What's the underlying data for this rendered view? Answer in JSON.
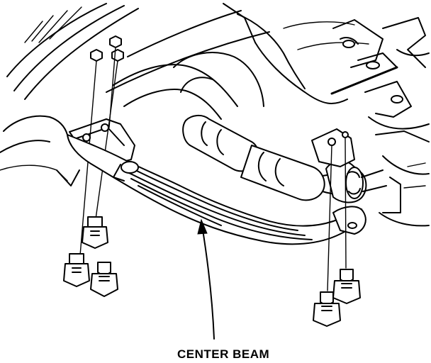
{
  "callout": {
    "label": "CENTER BEAM"
  },
  "parts": [
    {
      "name": "center-beam"
    },
    {
      "name": "mounting-bolt"
    },
    {
      "name": "exhaust-pipe"
    },
    {
      "name": "vehicle-underbody"
    }
  ]
}
